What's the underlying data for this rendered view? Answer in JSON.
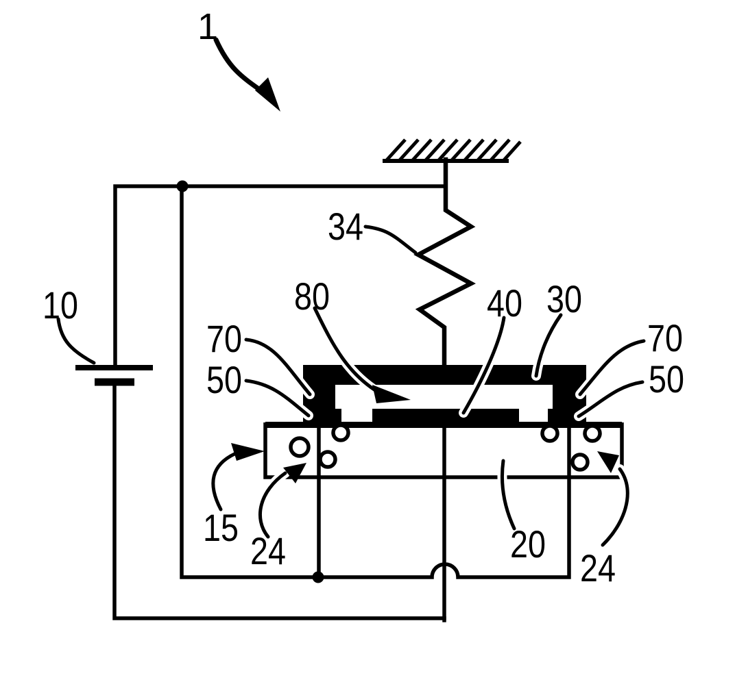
{
  "figure": {
    "type": "patent-schematic",
    "background_color": "#ffffff",
    "ink_color": "#000000",
    "reference_labels": {
      "assembly": "1",
      "voltage_source": "10",
      "anchor_region": "15",
      "substrate": "20",
      "via_left": "24",
      "via_right": "24",
      "movable_electrode": "30",
      "spring": "34",
      "fixed_electrode": "40",
      "contact_left": "50",
      "contact_right": "50",
      "bump_left": "70",
      "bump_right": "70",
      "gap": "80"
    }
  }
}
